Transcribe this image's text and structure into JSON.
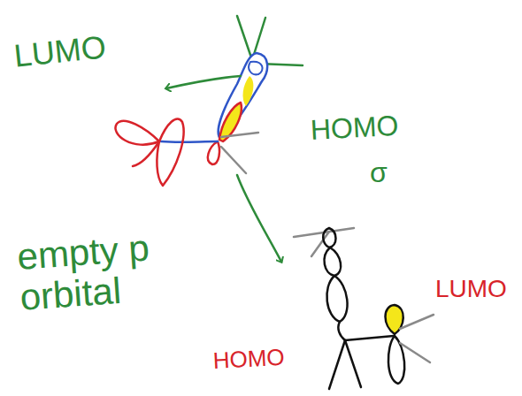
{
  "diagram": {
    "labels": [
      "LUMO",
      "HOMO",
      "σ",
      "empty p orbital",
      "LUMO",
      "HOMO"
    ]
  }
}
